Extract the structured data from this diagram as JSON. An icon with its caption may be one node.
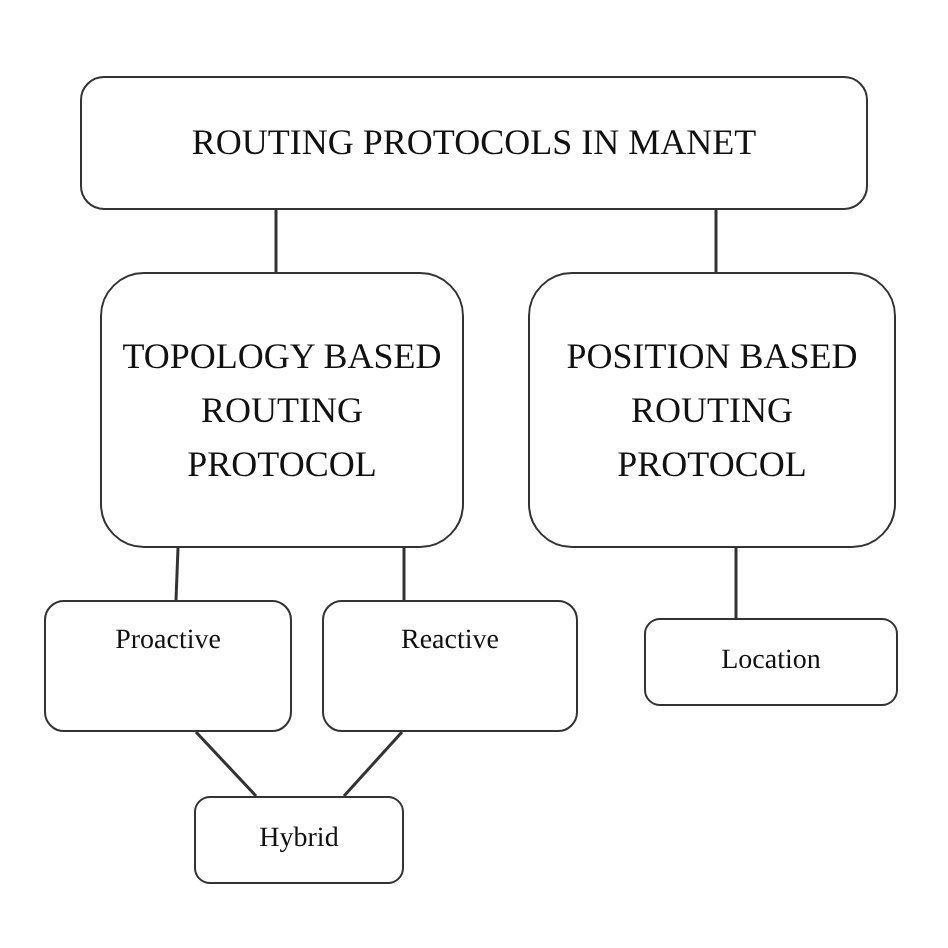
{
  "diagram": {
    "nodes": [
      {
        "text": [
          "ROUTING PROTOCOLS IN MANET"
        ]
      },
      {
        "text": [
          "TOPOLOGY BASED ROUTING PROTOCOL"
        ]
      },
      {
        "text": [
          "POSITION BASED ROUTING PROTOCOL"
        ]
      },
      {
        "text": [
          "Proactive"
        ]
      },
      {
        "text": [
          "Reactive"
        ]
      },
      {
        "text": [
          "Location"
        ]
      },
      {
        "text": [
          "Hybrid"
        ]
      }
    ],
    "edges": [
      {
        "from": 0,
        "to": 1,
        "arrow": "none"
      },
      {
        "from": 0,
        "to": 2,
        "arrow": "none"
      },
      {
        "from": 1,
        "to": 3,
        "arrow": "none"
      },
      {
        "from": 1,
        "to": 4,
        "arrow": "none"
      },
      {
        "from": 2,
        "to": 5,
        "arrow": "none"
      },
      {
        "from": 3,
        "to": 6,
        "arrow": "none"
      },
      {
        "from": 4,
        "to": 6,
        "arrow": "none"
      }
    ]
  }
}
